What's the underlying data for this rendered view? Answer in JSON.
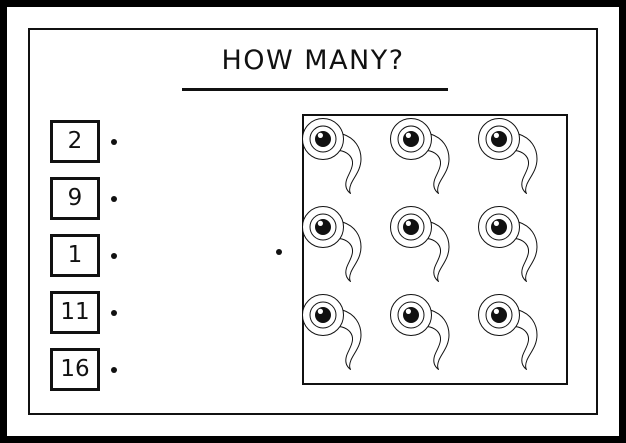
{
  "worksheet": {
    "title": "HOW MANY?",
    "kind": "counting-worksheet",
    "colors": {
      "ink": "#111111",
      "frame": "#000000",
      "paper": "#ffffff"
    }
  },
  "options": [
    {
      "label": "2",
      "name": "option-2"
    },
    {
      "label": "9",
      "name": "option-9"
    },
    {
      "label": "1",
      "name": "option-1"
    },
    {
      "label": "11",
      "name": "option-11"
    },
    {
      "label": "16",
      "name": "option-16"
    }
  ],
  "illustration": {
    "item_name": "eyeball-creature",
    "rows": 3,
    "columns": 3,
    "count": 9
  },
  "chart_data": {
    "type": "table",
    "title": "HOW MANY?",
    "categories": [
      "2",
      "9",
      "1",
      "11",
      "16"
    ],
    "values": [
      2,
      9,
      1,
      11,
      16
    ],
    "xlabel": "",
    "ylabel": "",
    "annotations": [
      "9 eyeball creatures arranged in a 3 by 3 grid"
    ]
  }
}
